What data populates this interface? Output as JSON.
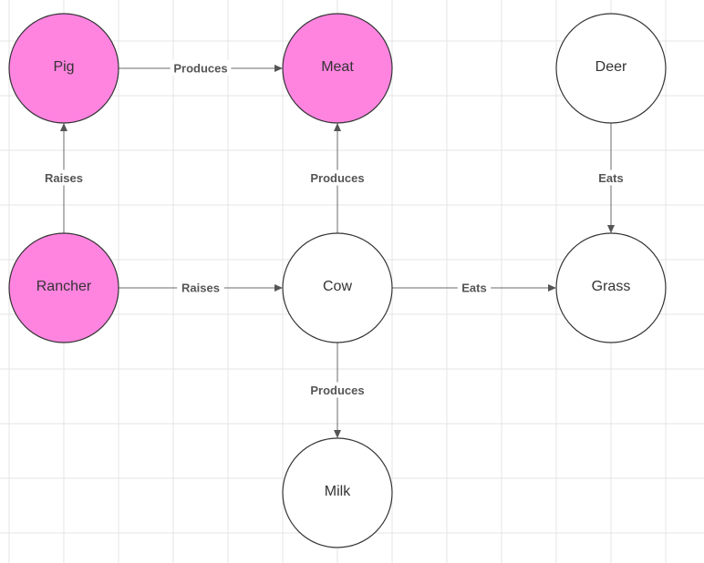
{
  "diagram": {
    "colors": {
      "highlight_fill": "#ff84e0",
      "default_fill": "#ffffff",
      "node_stroke": "#333333",
      "edge_stroke": "#6b6b6b",
      "grid_line": "#e4e4e4"
    },
    "nodes": [
      {
        "id": "pig",
        "label": "Pig",
        "highlighted": true
      },
      {
        "id": "meat",
        "label": "Meat",
        "highlighted": true
      },
      {
        "id": "deer",
        "label": "Deer",
        "highlighted": false
      },
      {
        "id": "rancher",
        "label": "Rancher",
        "highlighted": true
      },
      {
        "id": "cow",
        "label": "Cow",
        "highlighted": false
      },
      {
        "id": "grass",
        "label": "Grass",
        "highlighted": false
      },
      {
        "id": "milk",
        "label": "Milk",
        "highlighted": false
      }
    ],
    "edges": [
      {
        "from": "pig",
        "to": "meat",
        "label": "Produces"
      },
      {
        "from": "rancher",
        "to": "pig",
        "label": "Raises"
      },
      {
        "from": "cow",
        "to": "meat",
        "label": "Produces"
      },
      {
        "from": "deer",
        "to": "grass",
        "label": "Eats"
      },
      {
        "from": "rancher",
        "to": "cow",
        "label": "Raises"
      },
      {
        "from": "cow",
        "to": "grass",
        "label": "Eats"
      },
      {
        "from": "cow",
        "to": "milk",
        "label": "Produces"
      }
    ]
  }
}
